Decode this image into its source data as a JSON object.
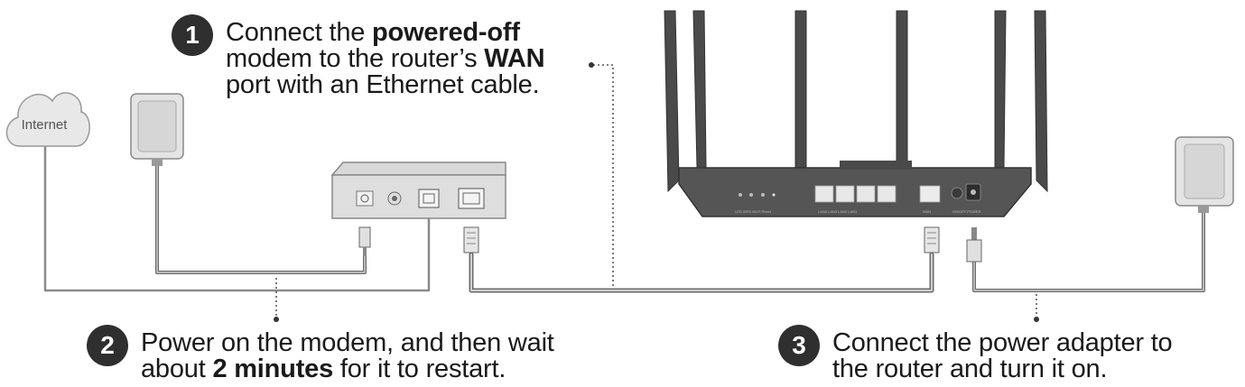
{
  "cloud_label": "Internet",
  "steps": [
    {
      "number": "1",
      "lines": [
        [
          {
            "t": "Connect the "
          },
          {
            "t": "powered-off",
            "b": true
          }
        ],
        [
          {
            "t": "modem to the router’s "
          },
          {
            "t": "WAN",
            "b": true
          }
        ],
        [
          {
            "t": "port with an Ethernet cable."
          }
        ]
      ]
    },
    {
      "number": "2",
      "lines": [
        [
          {
            "t": "Power on the modem, and then wait"
          }
        ],
        [
          {
            "t": "about "
          },
          {
            "t": "2 minutes",
            "b": true
          },
          {
            "t": " for it to restart."
          }
        ]
      ]
    },
    {
      "number": "3",
      "lines": [
        [
          {
            "t": "Connect the power adapter to"
          }
        ],
        [
          {
            "t": "the router and turn it on."
          }
        ]
      ]
    }
  ]
}
